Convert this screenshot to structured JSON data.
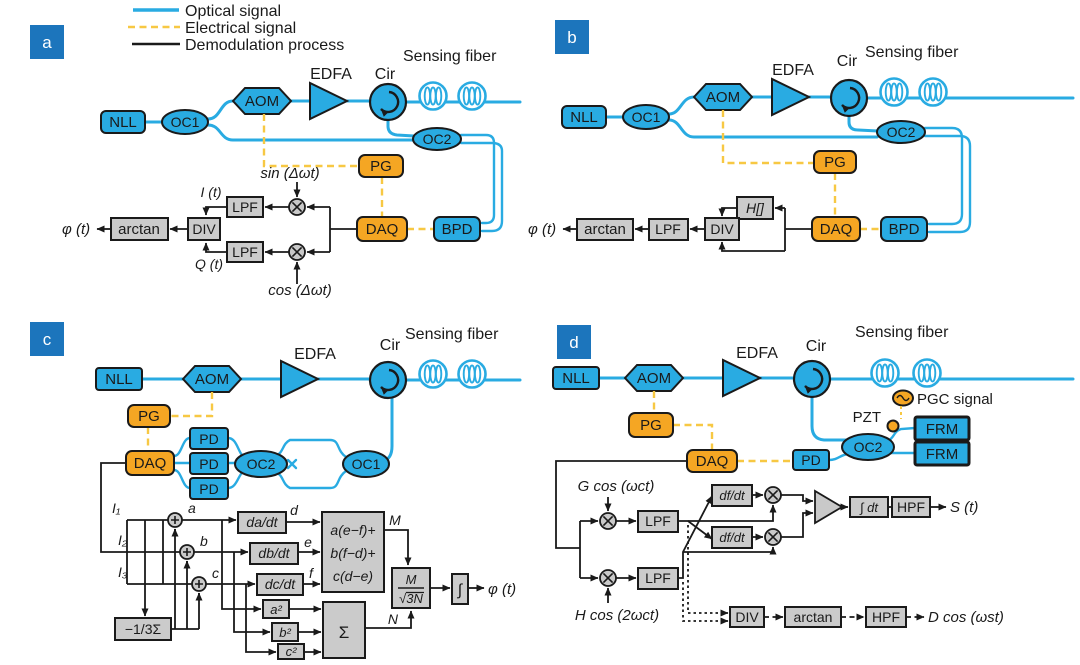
{
  "legend": {
    "optical": "Optical signal",
    "electrical": "Electrical signal",
    "demodulation": "Demodulation process"
  },
  "colors": {
    "optical_line": "#29ABE2",
    "electrical_line": "#F7C843",
    "demodulation_line": "#1a1a1a",
    "blue_component": "#29ABE2",
    "yellow_component": "#F5A623",
    "gray_component": "#cbcbcb",
    "panel_label_bg": "#1C75BC"
  },
  "pa": {
    "panel": "a",
    "nll": "NLL",
    "oc1": "OC1",
    "aom": "AOM",
    "edfa": "EDFA",
    "cir": "Cir",
    "fiber": "Sensing fiber",
    "oc2": "OC2",
    "pg": "PG",
    "daq": "DAQ",
    "bpd": "BPD",
    "sin": "sin (Δωt)",
    "cos": "cos (Δωt)",
    "i": "I (t)",
    "q": "Q (t)",
    "lpf1": "LPF",
    "lpf2": "LPF",
    "div": "DIV",
    "arctan": "arctan",
    "phi": "φ (t)"
  },
  "pb": {
    "panel": "b",
    "nll": "NLL",
    "oc1": "OC1",
    "aom": "AOM",
    "edfa": "EDFA",
    "cir": "Cir",
    "fiber": "Sensing fiber",
    "oc2": "OC2",
    "pg": "PG",
    "daq": "DAQ",
    "bpd": "BPD",
    "h": "H[]",
    "div": "DIV",
    "lpf": "LPF",
    "arctan": "arctan",
    "phi": "φ (t)"
  },
  "pc": {
    "panel": "c",
    "nll": "NLL",
    "aom": "AOM",
    "edfa": "EDFA",
    "cir": "Cir",
    "fiber": "Sensing fiber",
    "pg": "PG",
    "daq": "DAQ",
    "pd1": "PD",
    "pd2": "PD",
    "pd3": "PD",
    "oc2": "OC2",
    "oc1": "OC1",
    "i1": "I₁",
    "i2": "I₂",
    "i3": "I₃",
    "a": "a",
    "b": "b",
    "c": "c",
    "minusthird": "−1/3Σ",
    "dadt": "da/dt",
    "dbdt": "db/dt",
    "dcdt": "dc/dt",
    "d": "d",
    "e": "e",
    "f": "f",
    "formula1": "a(e−f)+",
    "formula2": "b(f−d)+",
    "formula3": "c(d−e)",
    "M": "M",
    "N": "N",
    "a2": "a²",
    "b2": "b²",
    "c2": "c²",
    "sigma": "Σ",
    "fracM": "M",
    "frac3N": "√3N",
    "integral": "∫",
    "phi": "φ (t)"
  },
  "pd": {
    "panel": "d",
    "nll": "NLL",
    "aom": "AOM",
    "edfa": "EDFA",
    "cir": "Cir",
    "fiber": "Sensing fiber",
    "pgc": "PGC signal",
    "pzt": "PZT",
    "frm1": "FRM",
    "frm2": "FRM",
    "oc2": "OC2",
    "pd": "PD",
    "daq": "DAQ",
    "pg": "PG",
    "gcos": "G cos (ωct)",
    "hcos": "H cos (2ωct)",
    "lpf1": "LPF",
    "lpf2": "LPF",
    "dfdt1": "df/dt",
    "dfdt2": "df/dt",
    "intdt": "∫ dt",
    "hpf1": "HPF",
    "s": "S (t)",
    "div": "DIV",
    "arctan": "arctan",
    "hpf2": "HPF",
    "dcos": "D cos (ωst)"
  }
}
